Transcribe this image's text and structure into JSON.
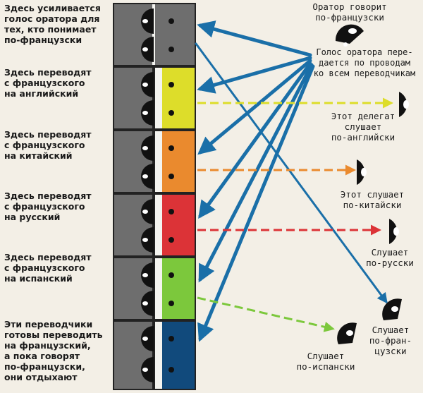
{
  "booth_labels": [
    "Здесь усиливается\nголос оратора для\nтех, кто понимает\nпо-французски",
    "Здесь переводят\nс французского\nна английский",
    "Здесь переводят\nс французского\nна китайский",
    "Здесь переводят\nс французского\nна русский",
    "Здесь переводят\nс французского\nна испанский",
    "Эти переводчики\nготовы переводить\nна французский,\nа пока говорят\nпо-французски,\nони отдыхают"
  ],
  "speaker_label": "Оратор говорит\nпо-французски",
  "wires_label": "Голос оратора пере-\nдается по проводам\nко всем переводчикам",
  "listeners": [
    {
      "text": "Этот делегат\nслушает\nпо-английски"
    },
    {
      "text": "Этот слушает\nпо-китайски"
    },
    {
      "text": "Слушает\nпо-русски"
    },
    {
      "text": "Слушает\nпо-испански"
    },
    {
      "text": "Слушает\nпо-фран-\nцузски"
    }
  ],
  "colors": {
    "booth_gray": "#6e6e6e",
    "divider": "#f4f4f0",
    "blue_arrow": "#1a6fa8",
    "english": "#dddd2a",
    "chinese": "#ea8a2e",
    "russian": "#dc3337",
    "spanish": "#7cc83c",
    "resting": "#114a7c",
    "french_panel": "#6e6e6e"
  }
}
